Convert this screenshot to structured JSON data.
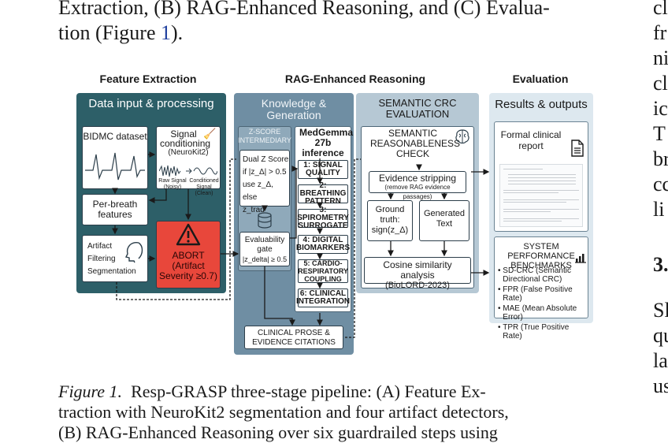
{
  "top_text": {
    "line1": "Extraction, (B) RAG-Enhanced Reasoning, and (C) Evalua-",
    "line2_pre": "tion (Figure ",
    "line2_ref": "1",
    "line2_post": ")."
  },
  "right_column": [
    "cl",
    "fr",
    "ni",
    "cl",
    "ic",
    "T",
    "br",
    "cc",
    "li",
    "3.",
    "Sl",
    "qu",
    "la",
    "us"
  ],
  "figure": {
    "stage_a": {
      "heading": "Feature Extraction",
      "panel_title": "Data input & processing",
      "dataset": "BIDMC dataset",
      "signal_title": "Signal conditioning",
      "signal_sub": "(NeuroKit2)",
      "raw_label": "Raw Signal (Noisy)",
      "clean_label": "Conditioned Signal (Clean)",
      "per_breath": "Per-breath features",
      "artifact": [
        "Artifact",
        "Filtering",
        "Segmentation"
      ],
      "abort_title": "ABORT",
      "abort_sub": "(Artifact Severity ≥0.7)"
    },
    "stage_b": {
      "heading": "RAG-Enhanced Reasoning",
      "panel_title": "Knowledge & Generation",
      "zscore_title": "Z-SCORE INTERMEDIARY",
      "zscore_text": [
        "Dual Z Score",
        "if |z_Δ| > 0.5",
        "use z_Δ, else",
        "z_trad"
      ],
      "gate_text": [
        "Evaluability",
        "gate",
        "|z_delta| ≥ 0.5"
      ],
      "model_title": "MedGemma 27b inference",
      "steps": [
        "1: SIGNAL QUALITY",
        "2: BREATHING PATTERN",
        "3: SPIROMETRY SURROGATE",
        "4: DIGITAL BIOMARKERS",
        "5: CARDIO-RESPIRATORY COUPLING",
        "6: CLINICAL INTEGRATION"
      ],
      "prose": "CLINICAL PROSE & EVIDENCE CITATIONS",
      "crc_title": "SEMANTIC CRC EVALUATION",
      "check_title": "SEMANTIC REASONABLENESS CHECK",
      "evidence_title": "Evidence stripping",
      "evidence_sub": "(remove RAG evidence passages)",
      "ground_truth": "Ground truth: sign(z_Δ)",
      "generated": "Generated Text",
      "cosine_title": "Cosine similarity analysis",
      "cosine_sub": "(BioLORD-2023)"
    },
    "stage_c": {
      "heading": "Evaluation",
      "panel_title": "Results & outputs",
      "report_title": "Formal clinical report",
      "bench_title": "SYSTEM PERFORMANCE BENCHMARKS",
      "bench_items": [
        "SD-CRC (Semantic Directional CRC)",
        "FPR (False Positive Rate)",
        "MAE (Mean Absolute Error)",
        "TPR (True Positive Rate)"
      ]
    }
  },
  "caption": {
    "label": "Figure 1.",
    "line1": "Resp-GRASP three-stage pipeline: (A) Feature Ex-",
    "line2": "traction with NeuroKit2 segmentation and four artifact detectors,",
    "line3": "(B) RAG-Enhanced Reasoning over six guardrailed steps using"
  },
  "colors": {
    "teal_panel": "#2d5f68",
    "slate_panel": "#6f8ea3",
    "crc_panel": "#b6c8d4",
    "eval_panel": "#dde8ef",
    "abort_red": "#e8473b",
    "link_blue": "#1f3f9e"
  }
}
